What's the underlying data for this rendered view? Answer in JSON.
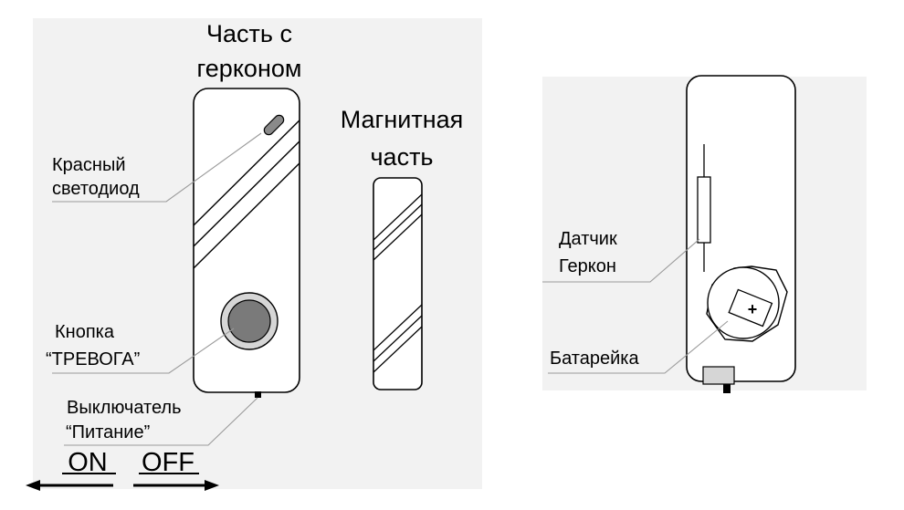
{
  "left_view": {
    "title_line1": "Часть с",
    "title_line2": "герконом",
    "magnet_line1": "Магнитная",
    "magnet_line2": "часть",
    "led_line1": "Красный",
    "led_line2": "светодиод",
    "button_line1": "Кнопка",
    "button_line2": "“ТРЕВОГА”",
    "switch_line1": "Выключатель",
    "switch_line2": "“Питание”",
    "on_label": "ON",
    "off_label": "OFF"
  },
  "right_view": {
    "sensor_line1": "Датчик",
    "sensor_line2": "Геркон",
    "battery_label": "Батарейка",
    "battery_symbol": "+"
  },
  "colors": {
    "panel_bg": "#f2f2f2",
    "outline": "#000000",
    "button_fill": "#7a7a7a",
    "led_fill": "#8a8a8a",
    "leader": "#9a9a9a"
  }
}
